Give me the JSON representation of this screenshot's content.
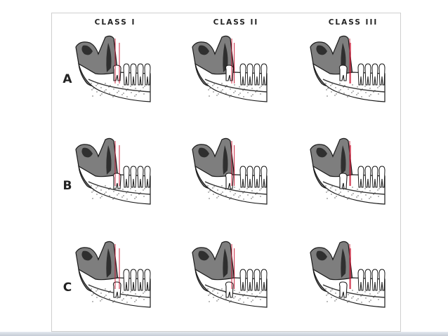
{
  "columns": [
    "CLASS   I",
    "CLASS   II",
    "CLASS   III"
  ],
  "rows": [
    "A",
    "B",
    "C"
  ],
  "colors": {
    "ramus_shade": "#7e7e7e",
    "cavity": "#2f2f2f",
    "outline": "#1a1a1a",
    "reference_line": "#c8102e"
  },
  "panels": [
    {
      "row": "A",
      "class": "I",
      "depth": "A",
      "space": "I"
    },
    {
      "row": "A",
      "class": "II",
      "depth": "A",
      "space": "II"
    },
    {
      "row": "A",
      "class": "III",
      "depth": "A",
      "space": "III"
    },
    {
      "row": "B",
      "class": "I",
      "depth": "B",
      "space": "I"
    },
    {
      "row": "B",
      "class": "II",
      "depth": "B",
      "space": "II"
    },
    {
      "row": "B",
      "class": "III",
      "depth": "B",
      "space": "III"
    },
    {
      "row": "C",
      "class": "I",
      "depth": "C",
      "space": "I"
    },
    {
      "row": "C",
      "class": "II",
      "depth": "C",
      "space": "II"
    },
    {
      "row": "C",
      "class": "III",
      "depth": "C",
      "space": "III"
    }
  ]
}
